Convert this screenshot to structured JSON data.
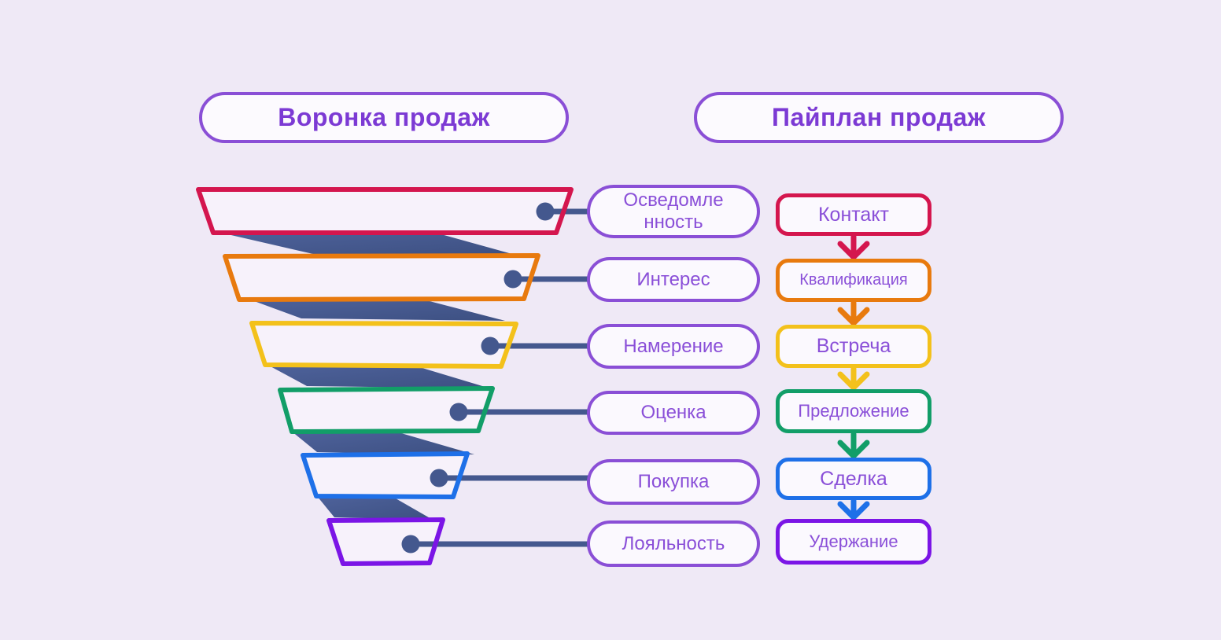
{
  "titles": {
    "funnel": "Воронка продаж",
    "pipeline": "Пайплан продаж"
  },
  "stages": [
    {
      "funnel_label": [
        "Осведомле",
        "нность"
      ],
      "pipeline_label": "Контакт",
      "color": "#d4164e"
    },
    {
      "funnel_label": "Интерес",
      "pipeline_label": "Квалификация",
      "color": "#e87a0e"
    },
    {
      "funnel_label": "Намерение",
      "pipeline_label": "Встреча",
      "color": "#f3c11b"
    },
    {
      "funnel_label": "Оценка",
      "pipeline_label": "Предложение",
      "color": "#129e68"
    },
    {
      "funnel_label": "Покупка",
      "pipeline_label": "Сделка",
      "color": "#1e70e8"
    },
    {
      "funnel_label": "Лояльность",
      "pipeline_label": "Удержание",
      "color": "#7b15e6"
    }
  ],
  "colors": {
    "background": "#efe9f6",
    "funnel_fill": "#f7f2fb",
    "card_fill": "#fbf9fe",
    "outline_purple": "#8a4fd6",
    "title_text": "#7c3ad4",
    "label_text": "#8a4fd8",
    "connector_navy": "#44588e",
    "fold_shadow_dark": "#3d5082",
    "fold_shadow_light": "#4e629b"
  }
}
